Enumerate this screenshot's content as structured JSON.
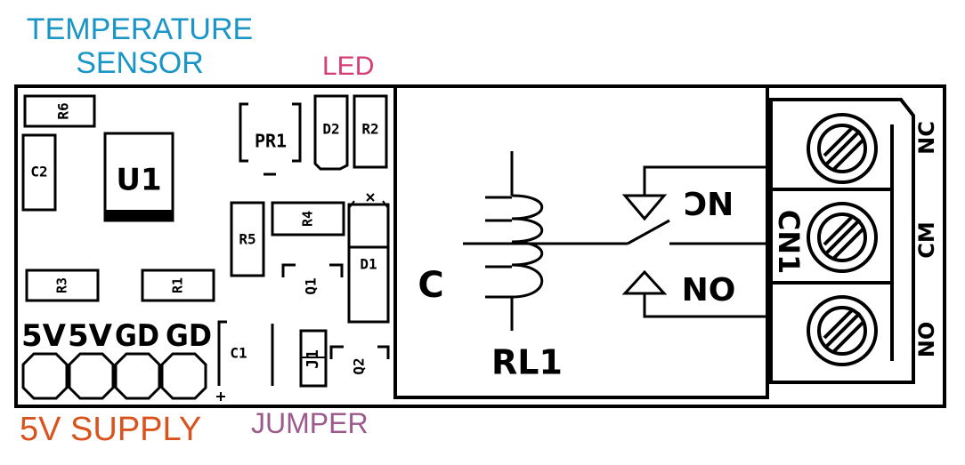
{
  "annotations": {
    "temperature_sensor_line1": "TEMPERATURE",
    "temperature_sensor_line2": "SENSOR",
    "led": "LED",
    "supply": "5V SUPPLY",
    "jumper": "JUMPER"
  },
  "components": {
    "r6": "R6",
    "c2": "C2",
    "u1": "U1",
    "pr1": "PR1",
    "d2": "D2",
    "r2": "R2",
    "r5": "R5",
    "r4": "R4",
    "d1": "D1",
    "q1": "Q1",
    "r3": "R3",
    "r1": "R1",
    "c1": "C1",
    "j1": "J1",
    "q2": "Q2",
    "c_label": "C",
    "rl1": "RL1",
    "nc_contact": "NC",
    "no_contact": "NO",
    "cn1": "CN1",
    "term_nc": "NC",
    "term_cm": "CM",
    "term_no": "NO"
  },
  "header_pins": [
    "5V",
    "5V",
    "GD",
    "GD"
  ],
  "colors": {
    "temperature_sensor": "#1a96c6",
    "led": "#d63b74",
    "supply": "#d9531e",
    "jumper": "#9c5a8c",
    "ink": "#000000"
  }
}
